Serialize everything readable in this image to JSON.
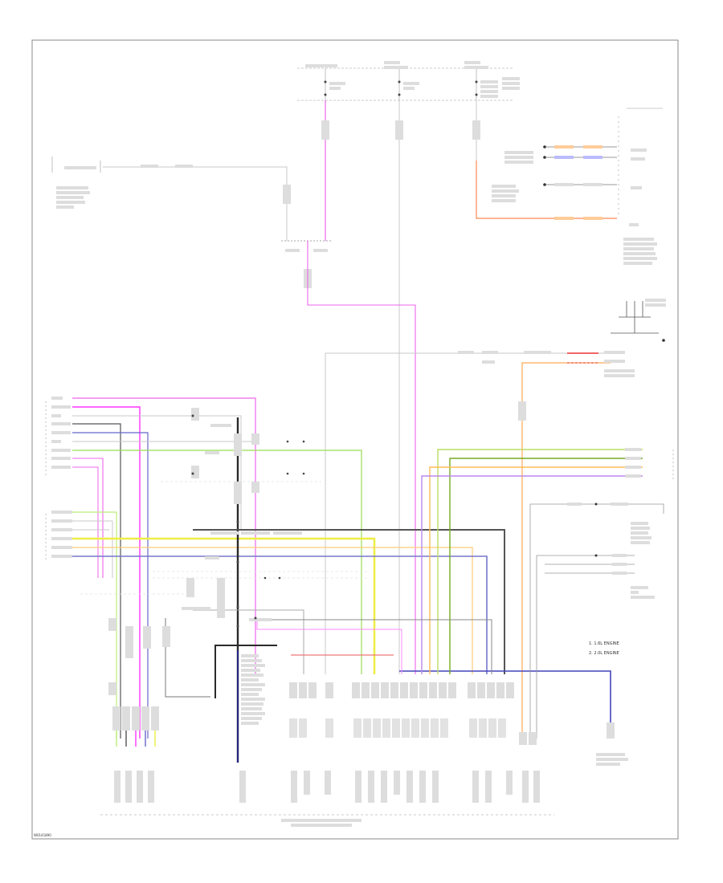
{
  "diagram": {
    "footer_code": "W0141890",
    "notes": {
      "note1": "1. 1.6L ENGINE",
      "note2": "2. 2.0L ENGINE"
    },
    "colors": {
      "frame": "#888888",
      "gray": "#c8c8c8",
      "black": "#2a2a2a",
      "pink": "#ee66ee",
      "magenta": "#ff33ff",
      "green": "#99dd55",
      "lime": "#bbee77",
      "yellow": "#eeee44",
      "blue": "#6666cc",
      "navy": "#2222aa",
      "orange": "#ffaa55",
      "red": "#ee3333",
      "violet": "#9966dd",
      "olive": "#77aa22",
      "darkyellow": "#ccaa22"
    }
  }
}
